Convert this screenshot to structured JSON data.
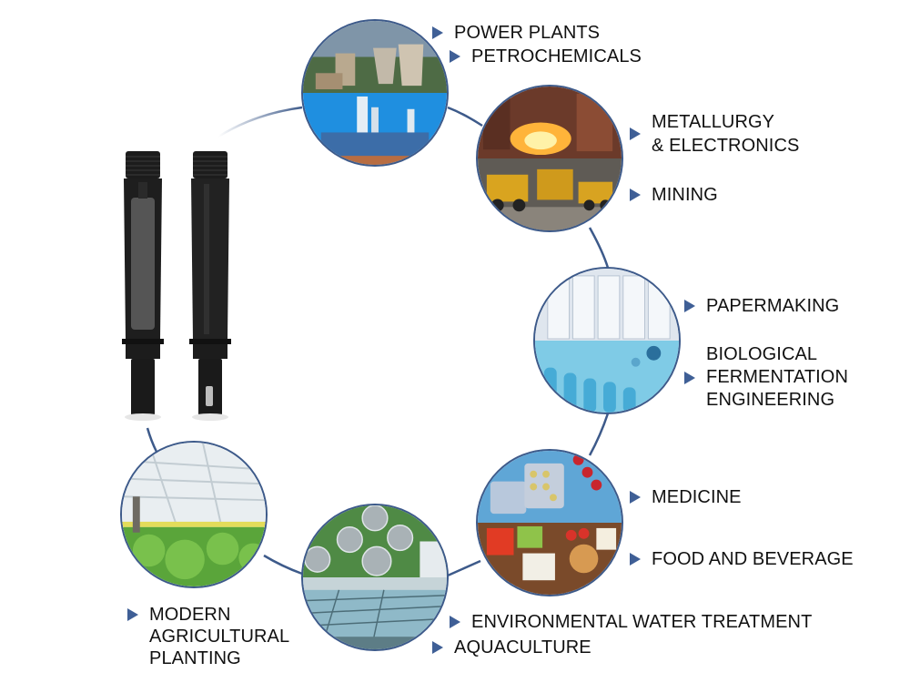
{
  "diagram": {
    "title": "Application industries",
    "accent_color": "#3f5f96",
    "ring_color": "#3d5a8a",
    "product": {
      "name": "sensor-probes",
      "count": 2
    },
    "labels": [
      {
        "id": "power_plants",
        "text": "POWER PLANTS"
      },
      {
        "id": "petrochemicals",
        "text": "PETROCHEMICALS"
      },
      {
        "id": "metallurgy",
        "text": "METALLURGY\n& ELECTRONICS"
      },
      {
        "id": "mining",
        "text": "MINING"
      },
      {
        "id": "papermaking",
        "text": "PAPERMAKING"
      },
      {
        "id": "biological",
        "text": "BIOLOGICAL\nFERMENTATION\nENGINEERING"
      },
      {
        "id": "medicine",
        "text": "MEDICINE"
      },
      {
        "id": "food",
        "text": "FOOD AND BEVERAGE"
      },
      {
        "id": "water",
        "text": "ENVIRONMENTAL WATER TREATMENT"
      },
      {
        "id": "aquaculture",
        "text": "AQUACULTURE"
      },
      {
        "id": "agriculture",
        "text": "MODERN\nAGRICULTURAL\nPLANTING"
      }
    ],
    "circles": [
      {
        "top": "power-plant-photo",
        "bottom": "petrochemical-plant-photo"
      },
      {
        "top": "steel-furnace-photo",
        "bottom": "mining-trucks-photo"
      },
      {
        "top": "paper-rolls-photo",
        "bottom": "test-tubes-photo"
      },
      {
        "top": "medicine-pills-photo",
        "bottom": "food-platter-photo"
      },
      {
        "top": "water-treatment-tanks-photo",
        "bottom": "aquaculture-ponds-photo"
      },
      {
        "single": "greenhouse-plants-photo"
      }
    ]
  }
}
